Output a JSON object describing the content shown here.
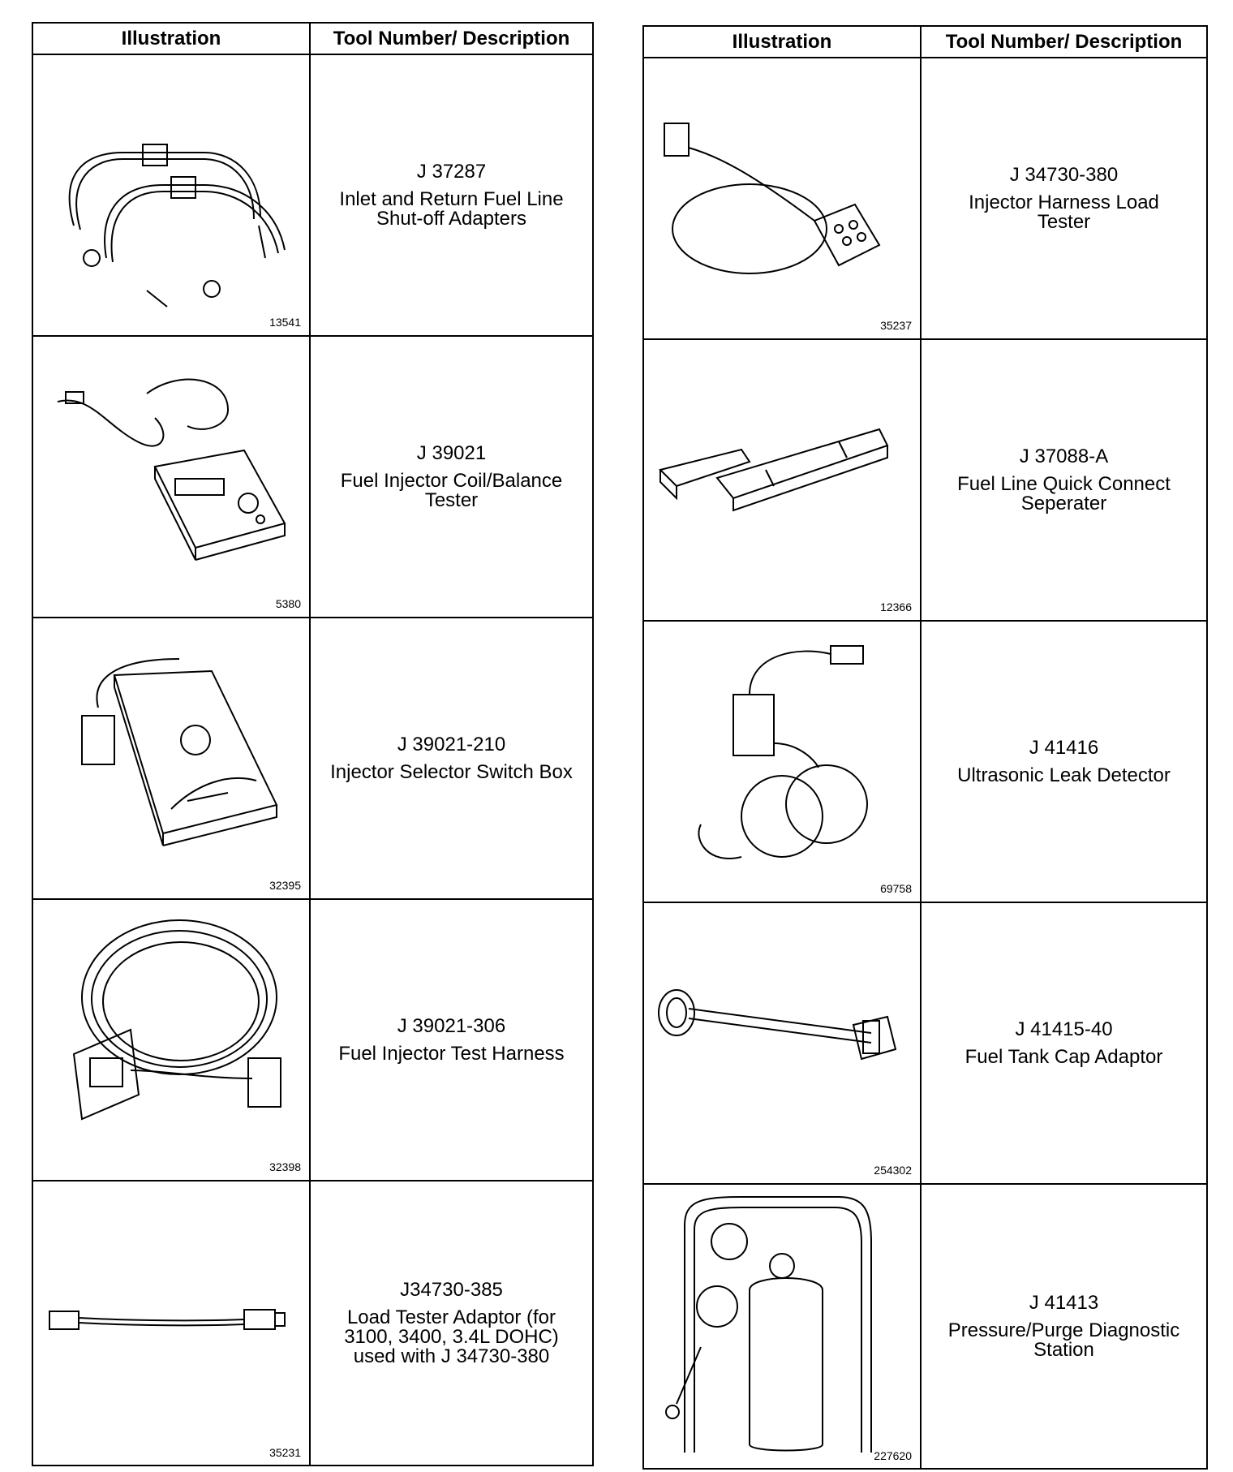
{
  "left_table": {
    "header": {
      "illustration": "Illustration",
      "tool": "Tool Number/ Description"
    },
    "rows": [
      {
        "fig": "13541",
        "number": "J 37287",
        "desc": "Inlet and Return Fuel Line\nShut-off Adapters",
        "icon": "fuel-line-adapters-icon"
      },
      {
        "fig": "5380",
        "number": "J 39021",
        "desc": "Fuel Injector Coil/Balance\nTester",
        "icon": "injector-tester-icon"
      },
      {
        "fig": "32395",
        "number": "J 39021-210",
        "desc": "Injector Selector Switch Box",
        "icon": "selector-switch-box-icon"
      },
      {
        "fig": "32398",
        "number": "J 39021-306",
        "desc": "Fuel Injector Test Harness",
        "icon": "test-harness-icon"
      },
      {
        "fig": "35231",
        "number": "J34730-385",
        "desc": "Load Tester Adaptor (for\n3100, 3400, 3.4L DOHC)\nused with J 34730-380",
        "icon": "load-tester-adaptor-icon"
      }
    ]
  },
  "right_table": {
    "header": {
      "illustration": "Illustration",
      "tool": "Tool Number/ Description"
    },
    "rows": [
      {
        "fig": "35237",
        "number": "J 34730-380",
        "desc": "Injector Harness Load\nTester",
        "icon": "harness-load-tester-icon"
      },
      {
        "fig": "12366",
        "number": "J 37088-A",
        "desc": "Fuel Line Quick Connect\nSeperater",
        "icon": "quick-connect-separator-icon"
      },
      {
        "fig": "69758",
        "number": "J 41416",
        "desc": "Ultrasonic Leak Detector",
        "icon": "leak-detector-icon"
      },
      {
        "fig": "254302",
        "number": "J 41415-40",
        "desc": "Fuel Tank Cap Adaptor",
        "icon": "tank-cap-adaptor-icon"
      },
      {
        "fig": "227620",
        "number": "J 41413",
        "desc": "Pressure/Purge Diagnostic\nStation",
        "icon": "diagnostic-station-icon"
      }
    ]
  }
}
